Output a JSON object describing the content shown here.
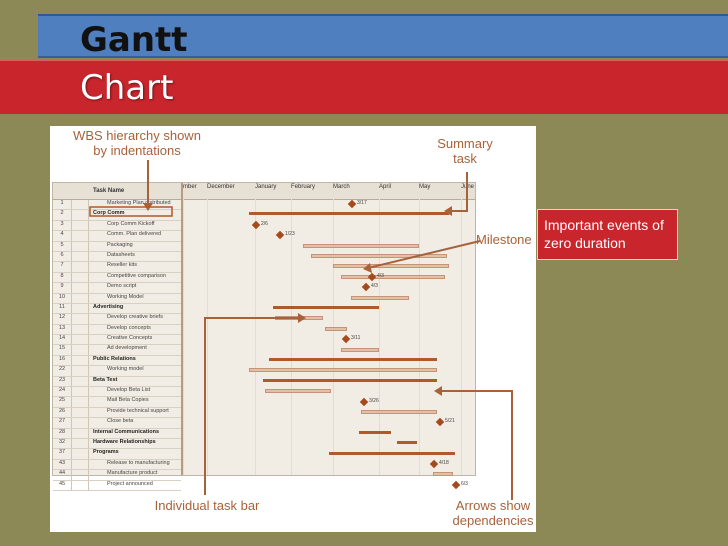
{
  "slide": {
    "title_line1": "Gantt",
    "title_line2": "Chart",
    "annotation_box": "Important events of zero duration",
    "colors": {
      "background": "#8c8956",
      "blue_band": "#4f7fbf",
      "red_band": "#c8262c",
      "callout": "#a8623a"
    }
  },
  "figure": {
    "callouts": {
      "wbs": "WBS hierarchy shown by indentations",
      "summary": "Summary task",
      "milestone": "Milestone",
      "taskbar": "Individual task bar",
      "arrows": "Arrows show dependencies"
    },
    "table_header": {
      "id": "",
      "indicator": "",
      "name": "Task Name"
    },
    "months": [
      "mber",
      "December",
      "January",
      "February",
      "March",
      "April",
      "May",
      "June"
    ],
    "tasks": [
      {
        "id": "1",
        "name": "Marketing Plan distributed",
        "summary": false
      },
      {
        "id": "2",
        "name": "Corp Comm",
        "summary": true
      },
      {
        "id": "3",
        "name": "Corp Comm Kickoff",
        "summary": false
      },
      {
        "id": "4",
        "name": "Comm. Plan delivered",
        "summary": false
      },
      {
        "id": "5",
        "name": "Packaging",
        "summary": false
      },
      {
        "id": "6",
        "name": "Datasheets",
        "summary": false
      },
      {
        "id": "7",
        "name": "Reseller kits",
        "summary": false
      },
      {
        "id": "8",
        "name": "Competitive comparison",
        "summary": false
      },
      {
        "id": "9",
        "name": "Demo script",
        "summary": false
      },
      {
        "id": "10",
        "name": "Working Model",
        "summary": false
      },
      {
        "id": "11",
        "name": "Advertising",
        "summary": true
      },
      {
        "id": "12",
        "name": "Develop creative briefs",
        "summary": false
      },
      {
        "id": "13",
        "name": "Develop concepts",
        "summary": false
      },
      {
        "id": "14",
        "name": "Creative Concepts",
        "summary": false
      },
      {
        "id": "15",
        "name": "Ad development",
        "summary": false
      },
      {
        "id": "16",
        "name": "Public Relations",
        "summary": true
      },
      {
        "id": "22",
        "name": "Working model",
        "summary": false
      },
      {
        "id": "23",
        "name": "Beta Test",
        "summary": true
      },
      {
        "id": "24",
        "name": "Develop Beta List",
        "summary": false
      },
      {
        "id": "25",
        "name": "Mail Beta Copies",
        "summary": false
      },
      {
        "id": "26",
        "name": "Provide technical support",
        "summary": false
      },
      {
        "id": "27",
        "name": "Close beta",
        "summary": false
      },
      {
        "id": "28",
        "name": "Internal Communications",
        "summary": true
      },
      {
        "id": "32",
        "name": "Hardware Relationships",
        "summary": true
      },
      {
        "id": "37",
        "name": "Programs",
        "summary": true
      },
      {
        "id": "43",
        "name": "Release to manufacturing",
        "summary": false
      },
      {
        "id": "44",
        "name": "Manufacture product",
        "summary": false
      },
      {
        "id": "45",
        "name": "Project announced",
        "summary": false
      }
    ],
    "milestone_labels": [
      "3/17",
      "2/6",
      "1/23",
      "4/3",
      "4/3",
      "3/11",
      "3/26",
      "5/21",
      "4/18",
      "6/3"
    ]
  }
}
